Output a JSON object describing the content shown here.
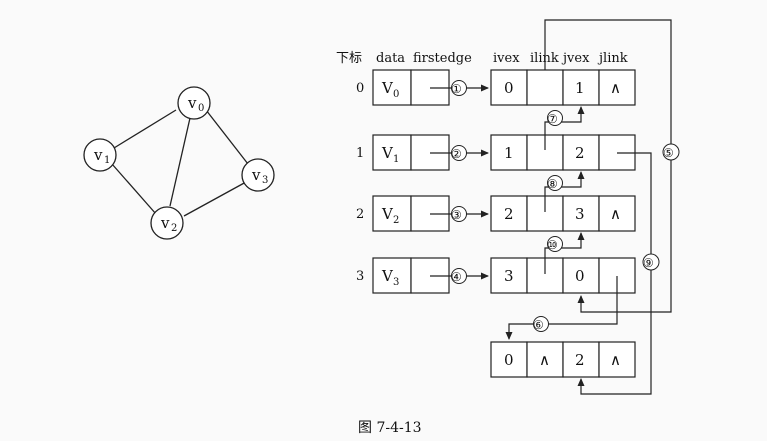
{
  "graph": {
    "nodes": [
      {
        "id": "v0",
        "label": "v",
        "sub": "0"
      },
      {
        "id": "v1",
        "label": "v",
        "sub": "1"
      },
      {
        "id": "v2",
        "label": "v",
        "sub": "2"
      },
      {
        "id": "v3",
        "label": "v",
        "sub": "3"
      }
    ],
    "edges": [
      [
        "v0",
        "v1"
      ],
      [
        "v0",
        "v2"
      ],
      [
        "v0",
        "v3"
      ],
      [
        "v1",
        "v2"
      ],
      [
        "v2",
        "v3"
      ]
    ]
  },
  "headers": {
    "index": "下标",
    "data": "data",
    "firstedge": "firstedge",
    "ivex": "ivex",
    "ilink": "ilink",
    "jvex": "jvex",
    "jlink": "jlink"
  },
  "vertices": [
    {
      "index": "0",
      "label": "V",
      "sub": "0",
      "pointer": "①"
    },
    {
      "index": "1",
      "label": "V",
      "sub": "1",
      "pointer": "②"
    },
    {
      "index": "2",
      "label": "V",
      "sub": "2",
      "pointer": "③"
    },
    {
      "index": "3",
      "label": "V",
      "sub": "3",
      "pointer": "④"
    }
  ],
  "edge_nodes": [
    {
      "ivex": "0",
      "ilink": "",
      "jvex": "1",
      "jlink": "∧"
    },
    {
      "ivex": "1",
      "ilink": "",
      "jvex": "2",
      "jlink": ""
    },
    {
      "ivex": "2",
      "ilink": "",
      "jvex": "3",
      "jlink": "∧"
    },
    {
      "ivex": "3",
      "ilink": "",
      "jvex": "0",
      "jlink": ""
    },
    {
      "ivex": "0",
      "ilink": "∧",
      "jvex": "2",
      "jlink": "∧"
    }
  ],
  "link_labels": {
    "l5": "⑤",
    "l6": "⑥",
    "l7": "⑦",
    "l8": "⑧",
    "l9": "⑨",
    "l10": "⑩"
  },
  "caption": "图 7-4-13"
}
